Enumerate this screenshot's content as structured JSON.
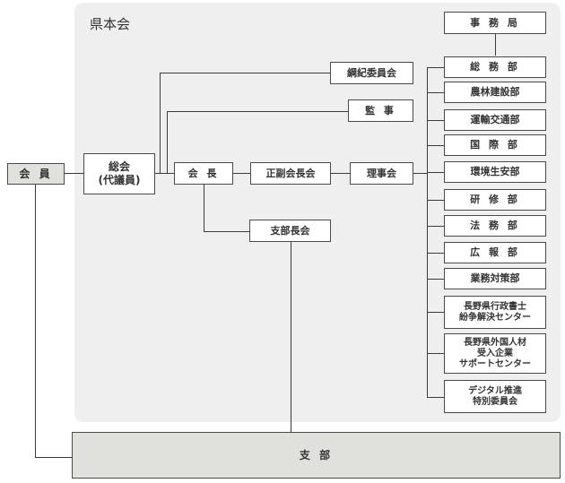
{
  "prefecture_label": "県本会",
  "members": "会 員",
  "general_assembly": "総会\n(代議員)",
  "president": "会 長",
  "vice_presidents": "正副会長会",
  "board": "理事会",
  "discipline_committee": "綱紀委員会",
  "auditors": "監 事",
  "branch_chiefs": "支部長会",
  "branch": "支 部",
  "secretariat": "事 務 局",
  "departments": [
    "総 務 部",
    "農林建設部",
    "運輸交通部",
    "国 際 部",
    "環境生安部",
    "研 修 部",
    "法 務 部",
    "広 報 部",
    "業務対策部",
    "長野県行政書士\n紛争解決センター",
    "長野県外国人材\n受入企業\nサポートセンター",
    "デジタル推進\n特別委員会"
  ],
  "colors": {
    "panel": "#efefef",
    "gray_box": "#e0e0dc",
    "line": "#3a3a3a"
  }
}
